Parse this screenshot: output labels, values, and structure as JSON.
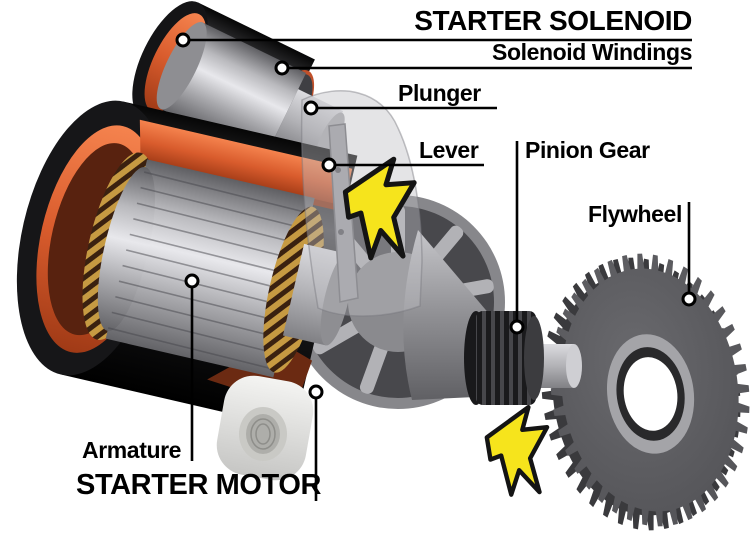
{
  "labels": {
    "starter_solenoid": "STARTER SOLENOID",
    "solenoid_windings": "Solenoid Windings",
    "plunger": "Plunger",
    "lever": "Lever",
    "pinion_gear": "Pinion Gear",
    "flywheel": "Flywheel",
    "armature": "Armature",
    "starter_motor": "STARTER MOTOR"
  },
  "colors": {
    "background": "#ffffff",
    "label_text": "#000000",
    "leader_line": "#000000",
    "callout_dot_fill": "#ffffff",
    "arrow_yellow": "#F6E41C",
    "arrow_outline": "#141414",
    "housing_orange": "#DD6136",
    "casing_black": "#1d1d1f",
    "metal_gray": "#ABABAF",
    "winding_gold": "#C69A42",
    "winding_brown": "#3A2110",
    "gear_gray": "#58585C",
    "bracket_gray": "#E9E9E7"
  }
}
